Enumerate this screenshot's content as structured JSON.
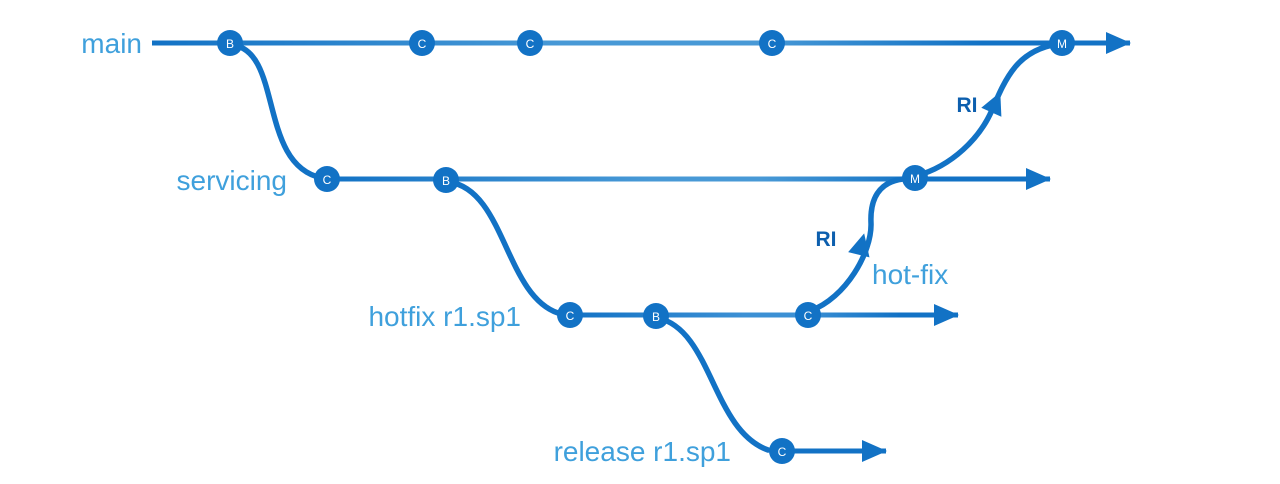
{
  "diagram": {
    "type": "branching-diagram",
    "colors": {
      "line": "#1272c5",
      "line_mid_highlight": "#4899d6",
      "node_fill": "#1272c5",
      "node_letter": "#ffffff",
      "branch_label": "#3fa0dc",
      "annotation_label": "#0d5fae"
    },
    "branches": {
      "main": {
        "label": "main",
        "nodes": [
          "B",
          "C",
          "C",
          "C",
          "M"
        ]
      },
      "servicing": {
        "label": "servicing",
        "nodes": [
          "C",
          "B",
          "M"
        ]
      },
      "hotfix": {
        "label": "hotfix r1.sp1",
        "nodes": [
          "C",
          "B",
          "C"
        ]
      },
      "release": {
        "label": "release r1.sp1",
        "nodes": [
          "C"
        ]
      }
    },
    "annotations": {
      "ri_to_main": "RI",
      "ri_to_servicing": "RI",
      "hotfix_note": "hot-fix"
    }
  }
}
